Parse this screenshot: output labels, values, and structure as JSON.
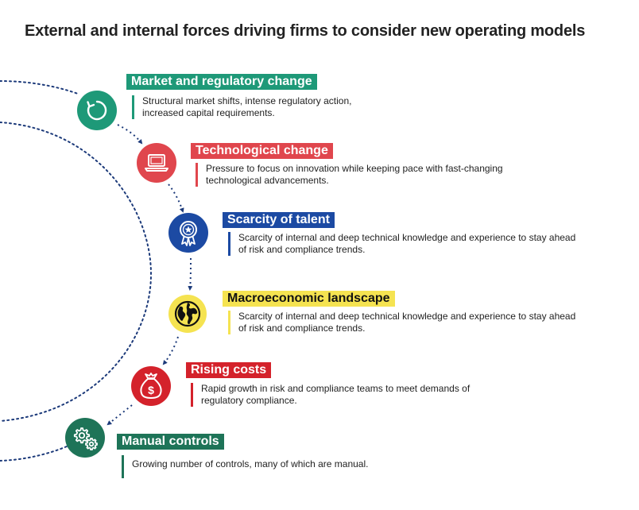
{
  "title": "External and internal forces driving firms to consider new operating models",
  "colors": {
    "teal": "#1e9978",
    "red": "#e0464d",
    "blue": "#1c4aa3",
    "yellow": "#f5e351",
    "crimson": "#d4222b",
    "darkgreen": "#1e7458",
    "connector": "#1c3a7a"
  },
  "forces": [
    {
      "label": "Market and regulatory change",
      "description": "Structural market shifts, intense regulatory action, increased capital requirements.",
      "icon": "refresh-icon"
    },
    {
      "label": "Technological change",
      "description": "Pressure to focus on innovation while keeping pace with fast-changing technological advancements.",
      "icon": "laptop-icon"
    },
    {
      "label": "Scarcity of talent",
      "description": "Scarcity of internal and deep technical knowledge and experience to stay ahead of risk and compliance trends.",
      "icon": "award-ribbon-icon"
    },
    {
      "label": "Macroeconomic landscape",
      "description": "Scarcity of internal and deep technical knowledge and experience to stay ahead of risk and compliance trends.",
      "icon": "globe-icon"
    },
    {
      "label": "Rising costs",
      "description": "Rapid growth in risk and compliance teams to meet demands of regulatory compliance.",
      "icon": "money-bag-icon"
    },
    {
      "label": "Manual controls",
      "description": "Growing number of controls, many of which are manual.",
      "icon": "gears-icon"
    }
  ]
}
